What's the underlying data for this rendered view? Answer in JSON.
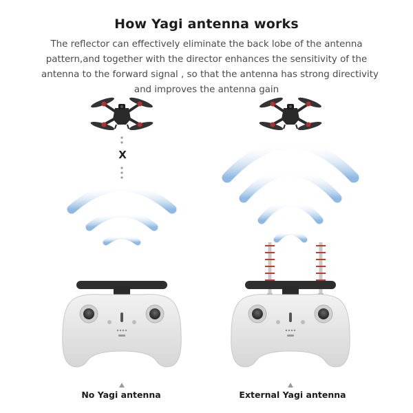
{
  "header": {
    "title": "How Yagi antenna works",
    "description_lines": [
      "The reflector can effectively eliminate the back lobe of the antenna",
      "pattern,and together with the director enhances the sensitivity of the",
      "antenna to the forward signal , so that the antenna has strong directivity",
      "and improves the antenna gain"
    ]
  },
  "panels": {
    "left": {
      "label": "No Yagi antenna",
      "blocked_mark": "X"
    },
    "right": {
      "label": "External Yagi antenna"
    }
  },
  "colors": {
    "signal_wave": "#9cc3e6",
    "controller_body": "#e4e4e4",
    "drone": "#2a2a2a",
    "antenna_accent": "#c0392b"
  }
}
